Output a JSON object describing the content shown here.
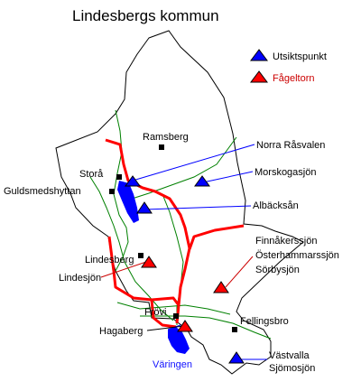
{
  "title": "Lindesbergs kommun",
  "legend": {
    "viewpoint_label": "Utsiktspunkt",
    "birdtower_label": "Fågeltorn",
    "viewpoint_color": "#0000ff",
    "birdtower_color": "#ff0000"
  },
  "colors": {
    "border": "#000000",
    "road": "#008000",
    "railway": "#ff0000",
    "water": "#0000ff",
    "pointer_line": "#0000ff"
  },
  "places": {
    "ramsberg": "Ramsberg",
    "stora": "Storå",
    "guldsmedshyttan": "Guldsmedshyttan",
    "lindesberg": "Lindesberg",
    "frovi": "Frövi",
    "fellingsbro": "Fellingsbro",
    "hagaberg": "Hagaberg"
  },
  "sites": {
    "norra_rasvalen": "Norra Råsvalen",
    "morskogasjon": "Morskogasjön",
    "albacksan": "Albäcksån",
    "finnakerssjon": "Finnåkerssjön",
    "osterhammarssjon": "Österhammarssjön",
    "sorbysjon": "Sörbysjön",
    "lindesjon": "Lindesjön",
    "varingen": "Väringen",
    "vastvalla": "Västvalla",
    "sjomosjon": "Sjömosjön"
  }
}
